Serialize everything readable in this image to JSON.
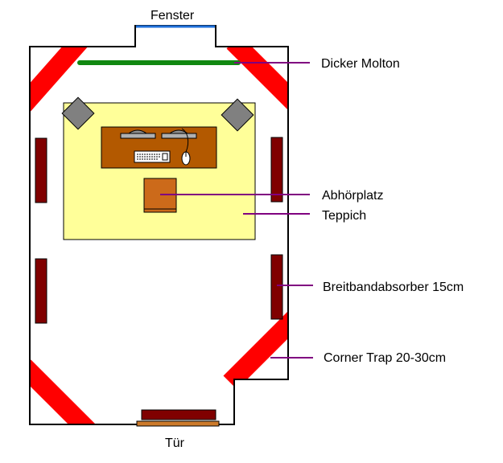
{
  "labels": {
    "fenster": "Fenster",
    "tuer": "Tür",
    "dicker_molton": "Dicker Molton",
    "abhoerplatz": "Abhörplatz",
    "teppich": "Teppich",
    "breitbandabsorber": "Breitbandabsorber 15cm",
    "corner_trap": "Corner Trap 20-30cm"
  },
  "colors": {
    "wall": "#000000",
    "window": "#1e6fd9",
    "molton": "#118811",
    "carpet": "#ffff99",
    "desk": "#b35900",
    "chair": "#cc6a1a",
    "absorber": "#800000",
    "corner_trap": "#ff0000",
    "speaker": "#808080",
    "leader": "#800080",
    "door": "#cc7a2a"
  },
  "icons": [
    "speaker-left-icon",
    "speaker-right-icon",
    "keyboard-icon",
    "mouse-icon",
    "monitor-icon"
  ]
}
